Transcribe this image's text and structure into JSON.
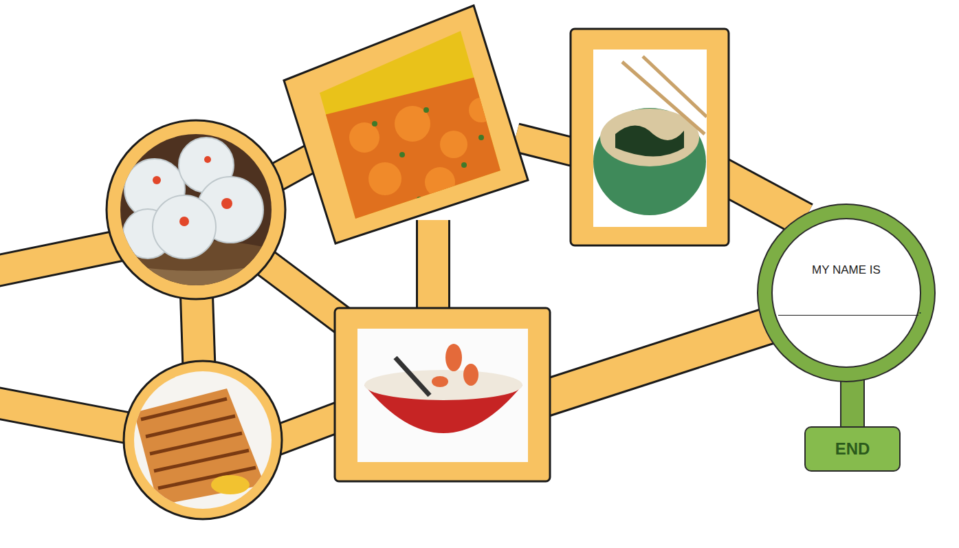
{
  "diagram": {
    "nodes": [
      {
        "text": [
          "MY NAME IS",
          "."
        ]
      },
      {
        "text": [
          "END"
        ]
      }
    ],
    "edges": [
      {
        "from": 0,
        "to": 1,
        "arrow": "none"
      }
    ]
  }
}
